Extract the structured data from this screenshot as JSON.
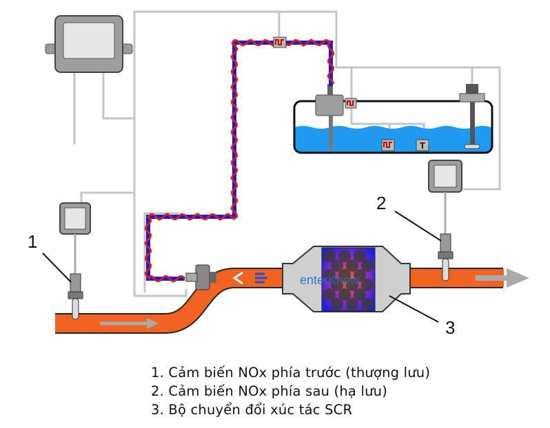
{
  "labels": {
    "one": "1",
    "two": "2",
    "three": "3"
  },
  "caption": [
    "1. Cảm biến NOx phía trước (thượng lưu)",
    "2. Cảm biến NOx phía sau (hạ lưu)",
    "3. Bộ chuyển đổi xúc tác SCR"
  ],
  "watermark": "enterKnow",
  "tank_sensor_letter": "T",
  "colors": {
    "exhaust_pipe": "#f26322",
    "def_fluid": "#1e9bf0",
    "heated_line_blue": "#1a1ad6",
    "heated_line_red": "#d42020",
    "wiring": "#c4c4c4"
  }
}
